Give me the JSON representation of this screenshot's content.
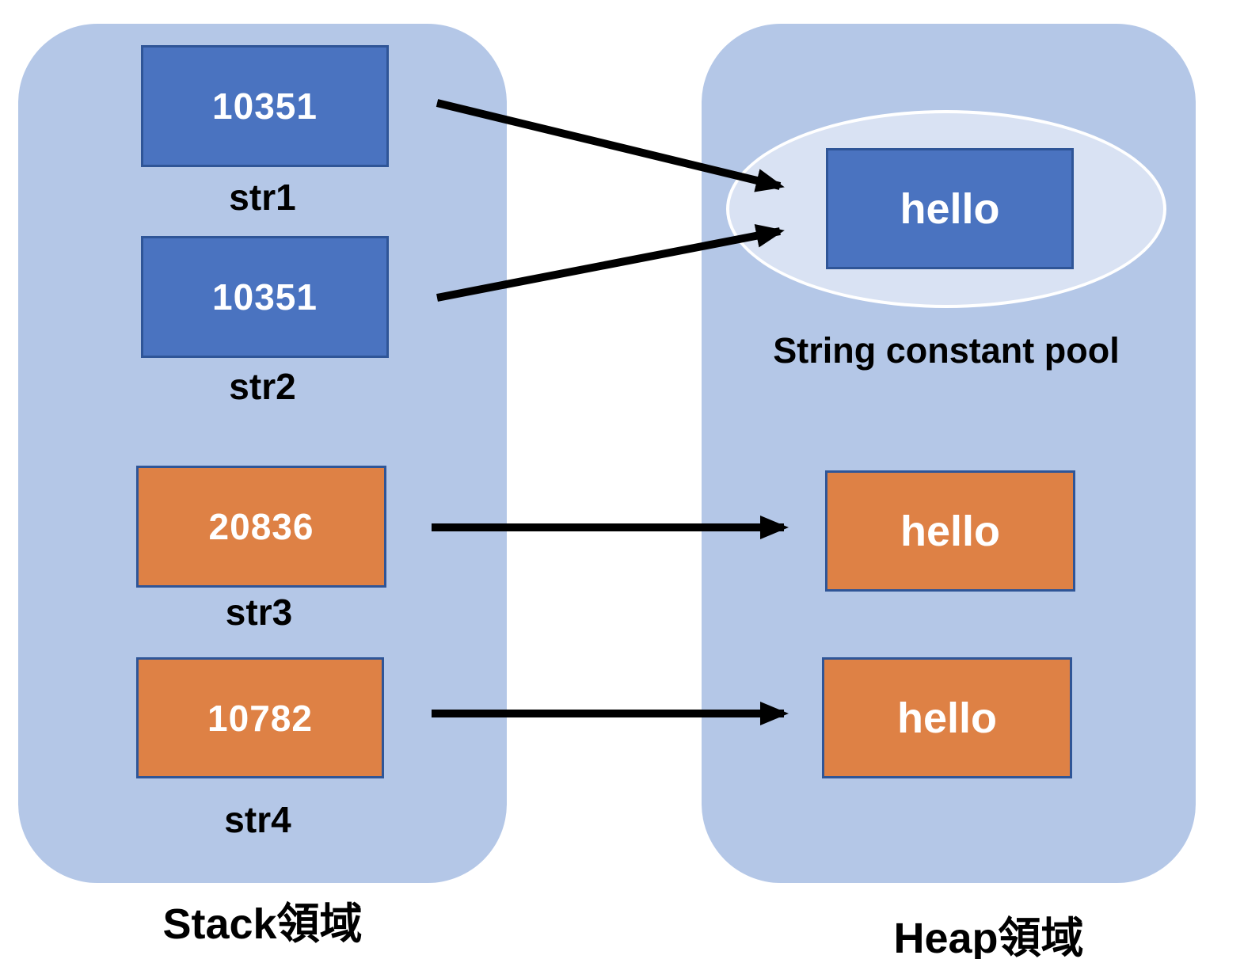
{
  "colors": {
    "panel_bg": "#b4c7e7",
    "blue_box": "#4a73c0",
    "blue_box_border": "#2f5597",
    "orange_box": "#de8145",
    "orange_box_border": "#2f5597",
    "ellipse_fill": "#d9e2f3",
    "ellipse_border": "#ffffff",
    "arrow": "#000000",
    "text_dark": "#000000",
    "text_light": "#ffffff"
  },
  "stack_panel": {
    "title": "Stack領域",
    "items": [
      {
        "value": "10351",
        "label": "str1",
        "type": "blue"
      },
      {
        "value": "10351",
        "label": "str2",
        "type": "blue"
      },
      {
        "value": "20836",
        "label": "str3",
        "type": "orange"
      },
      {
        "value": "10782",
        "label": "str4",
        "type": "orange"
      }
    ]
  },
  "heap_panel": {
    "title": "Heap領域",
    "string_constant_pool": {
      "caption": "String constant pool",
      "value": "hello"
    },
    "heap_objects": [
      {
        "value": "hello"
      },
      {
        "value": "hello"
      }
    ]
  },
  "arrows": [
    {
      "from": "str1",
      "to": "string-constant-pool-hello"
    },
    {
      "from": "str2",
      "to": "string-constant-pool-hello"
    },
    {
      "from": "str3",
      "to": "heap-hello-1"
    },
    {
      "from": "str4",
      "to": "heap-hello-2"
    }
  ]
}
